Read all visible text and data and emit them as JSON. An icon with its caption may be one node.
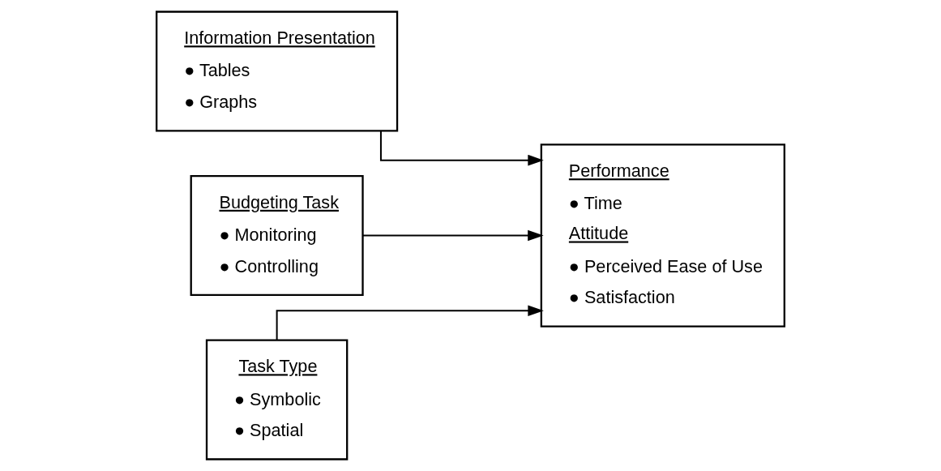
{
  "diagram": {
    "nodes": [
      {
        "text": [
          "Information Presentation",
          "● Tables",
          "● Graphs"
        ]
      },
      {
        "text": [
          "Task Type",
          "● Symbolic",
          "● Spatial"
        ]
      },
      {
        "text": [
          "Budgeting Task",
          "● Monitoring",
          "● Controlling"
        ]
      },
      {
        "text": [
          "Performance",
          "● Time",
          "Attitude",
          "● Perceived Ease of Use",
          "● Satisfaction"
        ]
      }
    ],
    "edges": [
      {
        "from": 0,
        "to": 3,
        "arrow": "to"
      },
      {
        "from": 1,
        "to": 3,
        "arrow": "to"
      },
      {
        "from": 2,
        "to": 3,
        "arrow": "to"
      }
    ]
  }
}
